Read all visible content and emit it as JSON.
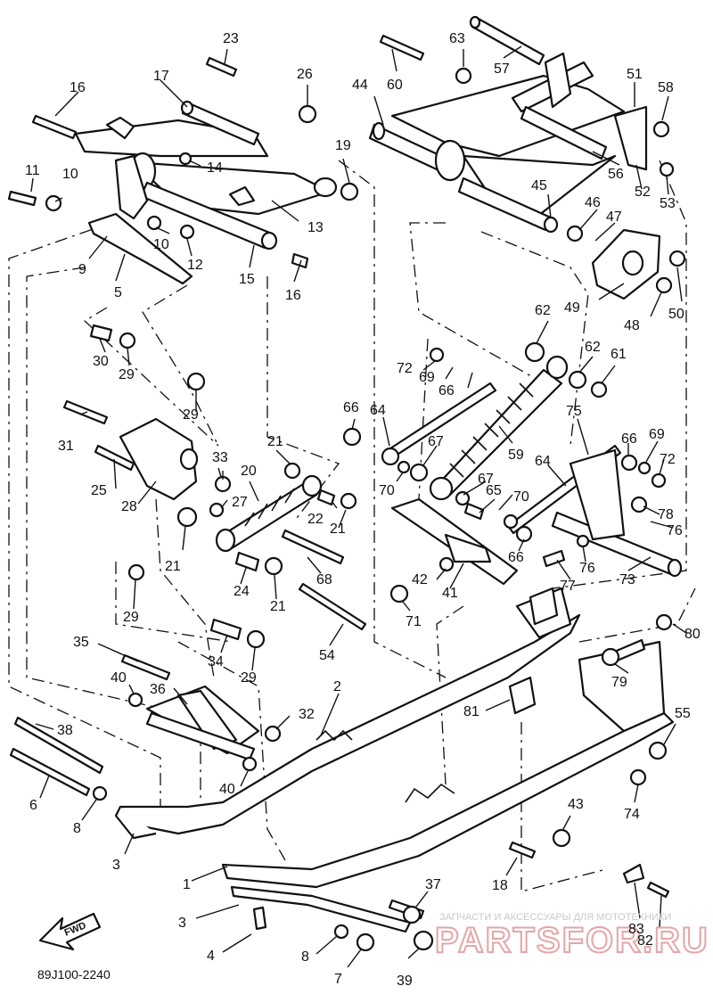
{
  "diagram": {
    "code": "89J100-2240",
    "forward_label": "FWD",
    "watermark": {
      "line1": "ЗАПЧАСТИ И АКСЕССУАРЫ ДЛЯ МОТОТЕХНИКИ",
      "line2": "PARTSFOR.RU"
    },
    "callouts": [
      {
        "id": "c1",
        "text": "1"
      },
      {
        "id": "c2",
        "text": "2"
      },
      {
        "id": "c3a",
        "text": "3"
      },
      {
        "id": "c3b",
        "text": "3"
      },
      {
        "id": "c4",
        "text": "4"
      },
      {
        "id": "c5",
        "text": "5"
      },
      {
        "id": "c6",
        "text": "6"
      },
      {
        "id": "c7",
        "text": "7"
      },
      {
        "id": "c8a",
        "text": "8"
      },
      {
        "id": "c8b",
        "text": "8"
      },
      {
        "id": "c9",
        "text": "9"
      },
      {
        "id": "c10a",
        "text": "10"
      },
      {
        "id": "c10b",
        "text": "10"
      },
      {
        "id": "c11",
        "text": "11"
      },
      {
        "id": "c12",
        "text": "12"
      },
      {
        "id": "c13",
        "text": "13"
      },
      {
        "id": "c14",
        "text": "14"
      },
      {
        "id": "c15",
        "text": "15"
      },
      {
        "id": "c16a",
        "text": "16"
      },
      {
        "id": "c16b",
        "text": "16"
      },
      {
        "id": "c17",
        "text": "17"
      },
      {
        "id": "c18",
        "text": "18"
      },
      {
        "id": "c19",
        "text": "19"
      },
      {
        "id": "c20",
        "text": "20"
      },
      {
        "id": "c21a",
        "text": "21"
      },
      {
        "id": "c21b",
        "text": "21"
      },
      {
        "id": "c21c",
        "text": "21"
      },
      {
        "id": "c21d",
        "text": "21"
      },
      {
        "id": "c22",
        "text": "22"
      },
      {
        "id": "c23",
        "text": "23"
      },
      {
        "id": "c24",
        "text": "24"
      },
      {
        "id": "c25",
        "text": "25"
      },
      {
        "id": "c26",
        "text": "26"
      },
      {
        "id": "c27",
        "text": "27"
      },
      {
        "id": "c28",
        "text": "28"
      },
      {
        "id": "c29a",
        "text": "29"
      },
      {
        "id": "c29b",
        "text": "29"
      },
      {
        "id": "c29c",
        "text": "29"
      },
      {
        "id": "c29d",
        "text": "29"
      },
      {
        "id": "c30",
        "text": "30"
      },
      {
        "id": "c31",
        "text": "31"
      },
      {
        "id": "c32",
        "text": "32"
      },
      {
        "id": "c33",
        "text": "33"
      },
      {
        "id": "c34",
        "text": "34"
      },
      {
        "id": "c35",
        "text": "35"
      },
      {
        "id": "c36",
        "text": "36"
      },
      {
        "id": "c37",
        "text": "37"
      },
      {
        "id": "c38",
        "text": "38"
      },
      {
        "id": "c39",
        "text": "39"
      },
      {
        "id": "c40a",
        "text": "40"
      },
      {
        "id": "c40b",
        "text": "40"
      },
      {
        "id": "c41",
        "text": "41"
      },
      {
        "id": "c42",
        "text": "42"
      },
      {
        "id": "c43",
        "text": "43"
      },
      {
        "id": "c44",
        "text": "44"
      },
      {
        "id": "c45",
        "text": "45"
      },
      {
        "id": "c46",
        "text": "46"
      },
      {
        "id": "c47",
        "text": "47"
      },
      {
        "id": "c48",
        "text": "48"
      },
      {
        "id": "c49",
        "text": "49"
      },
      {
        "id": "c50",
        "text": "50"
      },
      {
        "id": "c51",
        "text": "51"
      },
      {
        "id": "c52",
        "text": "52"
      },
      {
        "id": "c53",
        "text": "53"
      },
      {
        "id": "c54",
        "text": "54"
      },
      {
        "id": "c55",
        "text": "55"
      },
      {
        "id": "c56",
        "text": "56"
      },
      {
        "id": "c57",
        "text": "57"
      },
      {
        "id": "c58",
        "text": "58"
      },
      {
        "id": "c59",
        "text": "59"
      },
      {
        "id": "c60",
        "text": "60"
      },
      {
        "id": "c61",
        "text": "61"
      },
      {
        "id": "c62a",
        "text": "62"
      },
      {
        "id": "c62b",
        "text": "62"
      },
      {
        "id": "c63",
        "text": "63"
      },
      {
        "id": "c64a",
        "text": "64"
      },
      {
        "id": "c64b",
        "text": "64"
      },
      {
        "id": "c65",
        "text": "65"
      },
      {
        "id": "c66a",
        "text": "66"
      },
      {
        "id": "c66b",
        "text": "66"
      },
      {
        "id": "c66c",
        "text": "66"
      },
      {
        "id": "c66d",
        "text": "66"
      },
      {
        "id": "c67a",
        "text": "67"
      },
      {
        "id": "c67b",
        "text": "67"
      },
      {
        "id": "c68",
        "text": "68"
      },
      {
        "id": "c69a",
        "text": "69"
      },
      {
        "id": "c69b",
        "text": "69"
      },
      {
        "id": "c70a",
        "text": "70"
      },
      {
        "id": "c70b",
        "text": "70"
      },
      {
        "id": "c71",
        "text": "71"
      },
      {
        "id": "c72a",
        "text": "72"
      },
      {
        "id": "c72b",
        "text": "72"
      },
      {
        "id": "c73",
        "text": "73"
      },
      {
        "id": "c74",
        "text": "74"
      },
      {
        "id": "c75",
        "text": "75"
      },
      {
        "id": "c76a",
        "text": "76"
      },
      {
        "id": "c76b",
        "text": "76"
      },
      {
        "id": "c77",
        "text": "77"
      },
      {
        "id": "c78",
        "text": "78"
      },
      {
        "id": "c79",
        "text": "79"
      },
      {
        "id": "c80",
        "text": "80"
      },
      {
        "id": "c81",
        "text": "81"
      },
      {
        "id": "c82",
        "text": "82"
      },
      {
        "id": "c83",
        "text": "83"
      }
    ]
  }
}
